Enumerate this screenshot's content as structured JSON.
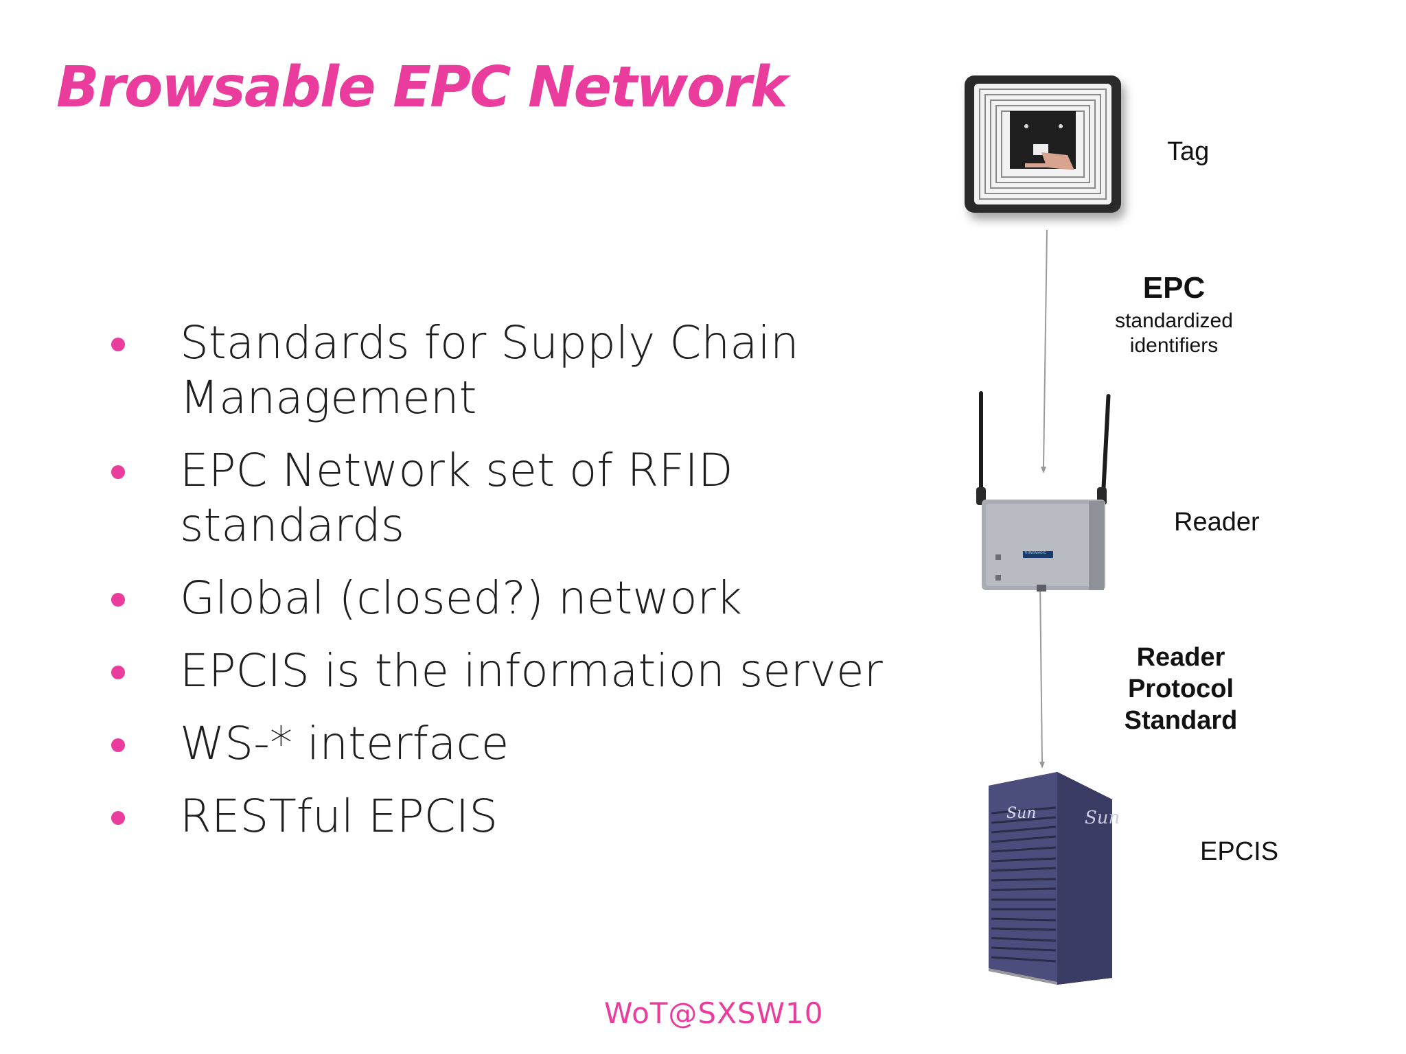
{
  "slide": {
    "title": "Browsable EPC Network",
    "bullets": [
      {
        "lines": [
          "Standards for Supply Chain",
          "Management"
        ]
      },
      {
        "lines": [
          "EPC Network set of RFID",
          "standards"
        ]
      },
      {
        "lines": [
          "Global (closed?) network"
        ]
      },
      {
        "lines": [
          "EPCIS is the information server"
        ]
      },
      {
        "lines": [
          "WS-* interface"
        ]
      },
      {
        "lines": [
          "RESTful EPCIS"
        ]
      }
    ],
    "footer": "WoT@SXSW10"
  },
  "diagram": {
    "nodes": {
      "tag": {
        "label": "Tag",
        "icon": "rfid-tag-icon"
      },
      "reader": {
        "label": "Reader",
        "icon": "rfid-reader-icon",
        "badge": "THINGMAGIC"
      },
      "epcis": {
        "label": "EPCIS",
        "icon": "sun-server-icon",
        "brand": "Sun"
      }
    },
    "edges": {
      "tag_to_reader": {
        "title": "EPC",
        "subtitle_lines": [
          "standardized",
          "identifiers"
        ]
      },
      "reader_to_epcis": {
        "lines": [
          "Reader",
          "Protocol",
          "Standard"
        ]
      }
    }
  },
  "colors": {
    "accent": "#ea3c9c",
    "text": "#1e1e1e"
  }
}
